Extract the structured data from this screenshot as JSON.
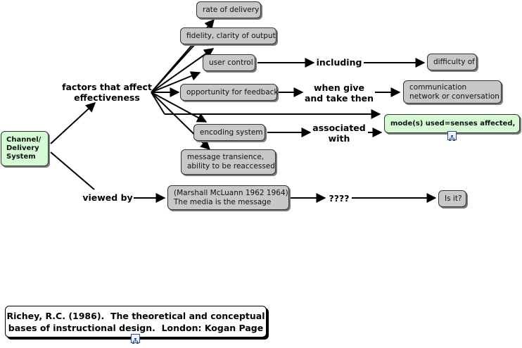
{
  "concepts": {
    "channel": "Channel/\nDelivery\nSystem",
    "rate_of_delivery": "rate of delivery",
    "fidelity": "fidelity, clarity of output",
    "user_control": "user control",
    "opportunity": "opportunity for feedback",
    "encoding": "encoding system",
    "transience": "message transience,\nability to be reaccessed",
    "difficulty": "difficulty of",
    "communication": "communication\nnetwork or conversation",
    "modes": "mode(s) used=senses affected,",
    "mcluhan": "(Marshall McLuann 1962 1964)\nThe media is the message",
    "is_it": "Is it?"
  },
  "linking_phrases": {
    "factors": "factors that affect\neffectiveness",
    "viewed_by": "viewed by",
    "including": "including",
    "when_give": "when give\nand take then",
    "associated": "associated\nwith",
    "question": "????"
  },
  "reference": "Richey, R.C. (1986).  The theoretical and conceptual\nbases of instructional design.  London: Kogan Page",
  "icons": [
    "concept-map-resource-icon",
    "concept-map-resource-icon"
  ],
  "colors": {
    "concept_fill": "#c8c8c8",
    "highlight_fill": "#d4fbd4",
    "line": "#000000"
  }
}
